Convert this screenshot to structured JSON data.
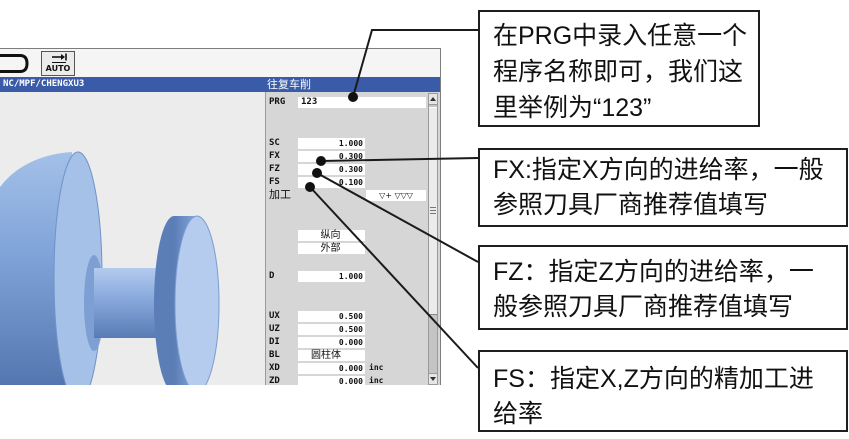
{
  "toolbar": {
    "program_icon": "bracket-icon",
    "auto_icon": "auto-arrow-icon",
    "auto_label": "AUTO"
  },
  "header": {
    "path": "NC/MPF/CHENGXU3",
    "cycle_title": "往复车削"
  },
  "params": {
    "prg": {
      "label": "PRG",
      "value": "123"
    },
    "sc": {
      "label": "SC",
      "value": "1.000"
    },
    "fx": {
      "label": "FX",
      "value": "0.300"
    },
    "fz": {
      "label": "FZ",
      "value": "0.300"
    },
    "fs": {
      "label": "FS",
      "value": "0.100"
    },
    "machining": {
      "label": "加工",
      "value": "▽+ ▽▽▽"
    },
    "direction": {
      "value": "纵向"
    },
    "position": {
      "value": "外部"
    },
    "d": {
      "label": "D",
      "value": "1.000"
    },
    "ux": {
      "label": "UX",
      "value": "0.500"
    },
    "uz": {
      "label": "UZ",
      "value": "0.500"
    },
    "di": {
      "label": "DI",
      "value": "0.000"
    },
    "bl": {
      "label": "BL",
      "value": "圆柱体"
    },
    "xd": {
      "label": "XD",
      "value": "0.000",
      "unit": "inc"
    },
    "zd": {
      "label": "ZD",
      "value": "0.000",
      "unit": "inc"
    }
  },
  "scrollbar": {
    "up_icon": "scroll-up-arrow-icon",
    "down_icon": "scroll-down-arrow-icon",
    "grip_icon": "scroll-grip-icon"
  },
  "callouts": [
    {
      "lines": [
        "在PRG中录入任意一个",
        "程序名称即可，我们这",
        "里举例为“123”"
      ]
    },
    {
      "lines": [
        "FX:指定X方向的进给率，一般",
        "参照刀具厂商推荐值填写"
      ]
    },
    {
      "lines": [
        "FZ：指定Z方向的进给率，一",
        "般参照刀具厂商推荐值填写"
      ]
    },
    {
      "lines": [
        "FS：指定X,Z方向的精加工进",
        "给率"
      ]
    }
  ],
  "theme": {
    "header_blue": "#3a5ca8",
    "panel_gray": "#d6d6d6",
    "part_blue": "#7fa3d8",
    "field_white": "#ffffff"
  }
}
